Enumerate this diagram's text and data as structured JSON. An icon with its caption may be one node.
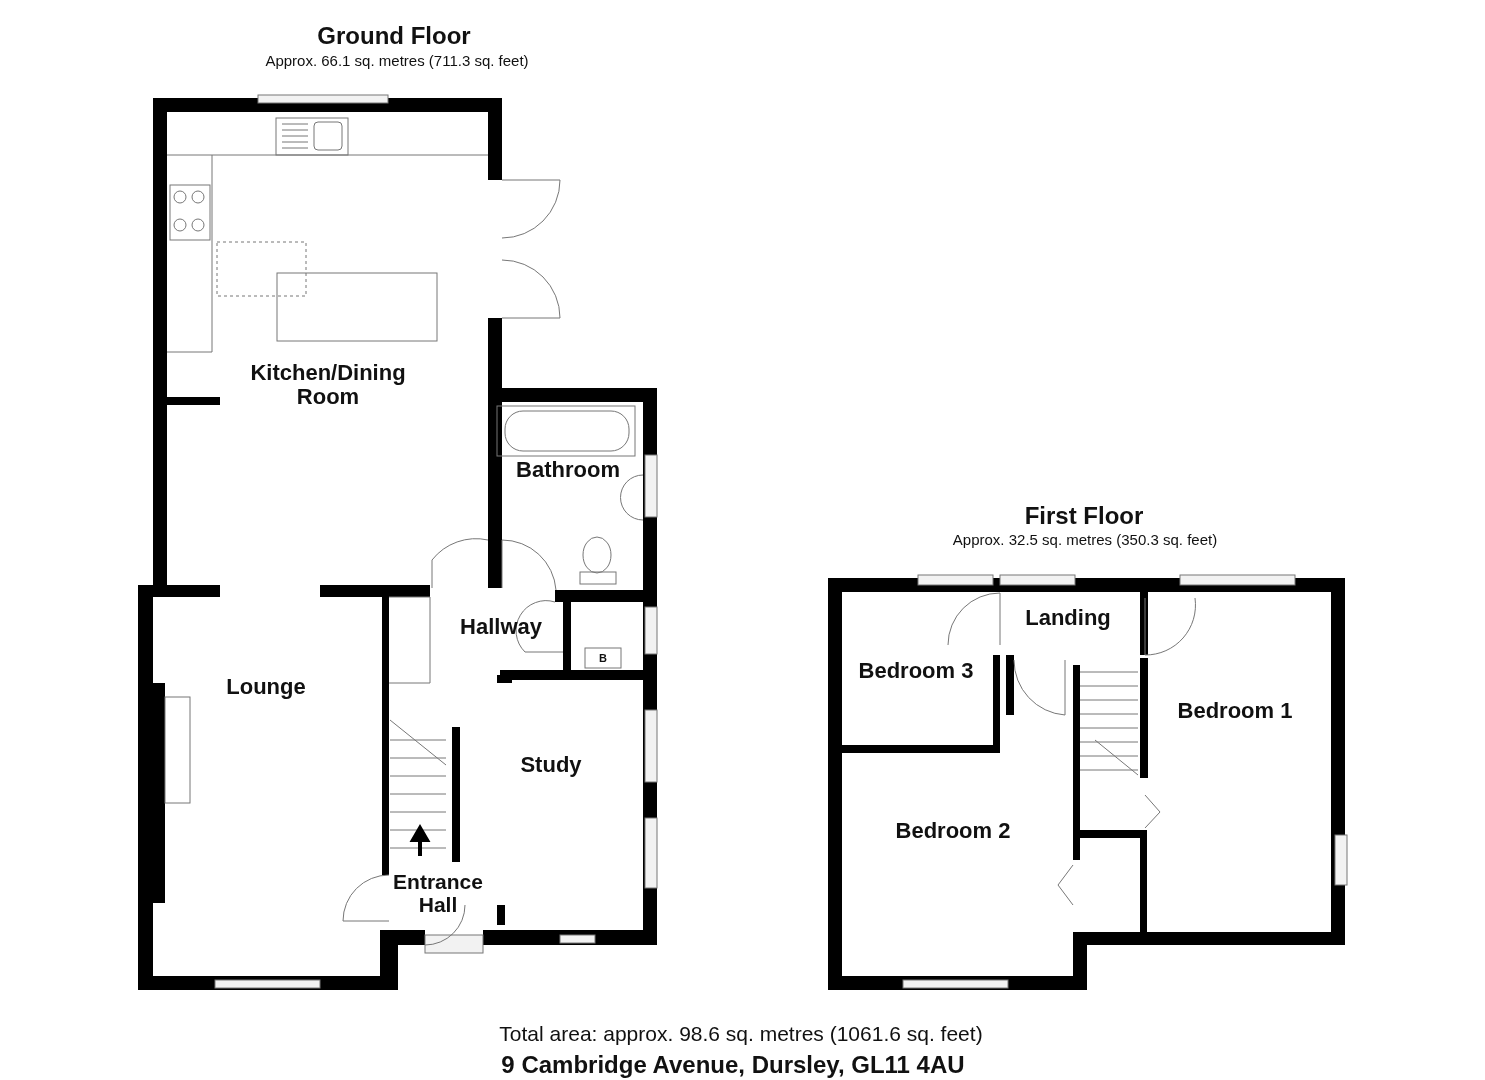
{
  "diagram": {
    "labels": [
      "Ground Floor",
      "Approx. 66.1 sq. metres (711.3 sq. feet)",
      "Kitchen/Dining Room",
      "Bathroom",
      "Hallway",
      "Lounge",
      "Study",
      "Entrance Hall",
      "B",
      "First Floor",
      "Approx. 32.5 sq. metres (350.3 sq. feet)",
      "Landing",
      "Bedroom 3",
      "Bedroom 1",
      "Bedroom 2",
      "Total area: approx. 98.6 sq. metres (1061.6 sq. feet)",
      "9 Cambridge Avenue, Dursley, GL11 4AU"
    ]
  }
}
